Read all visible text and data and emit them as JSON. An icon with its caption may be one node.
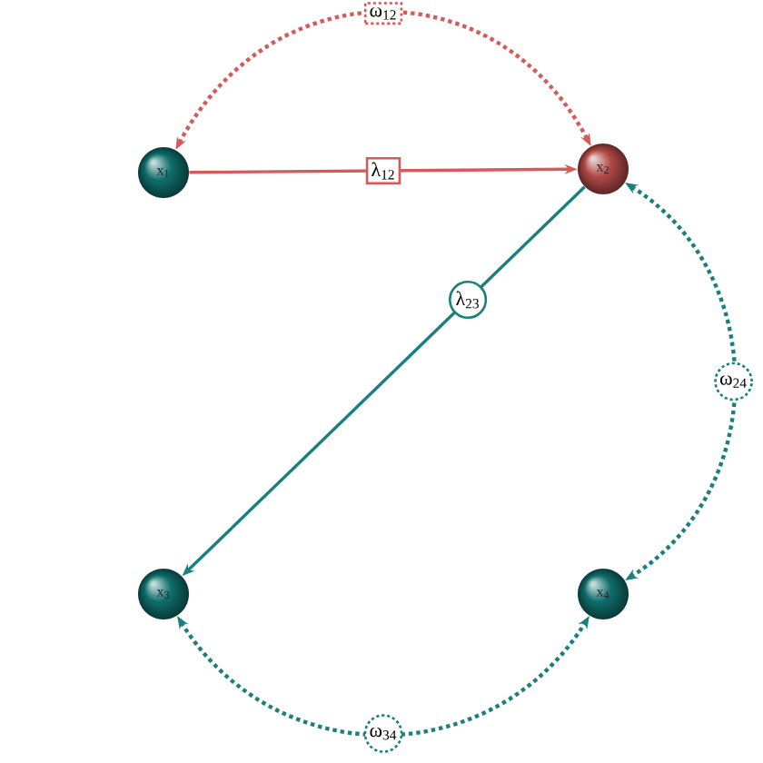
{
  "diagram": {
    "nodes": [
      {
        "text": [
          "x$_{1}$"
        ]
      },
      {
        "text": [
          "x$_{2}$"
        ]
      },
      {
        "text": [
          "x$_{3}$"
        ]
      },
      {
        "text": [
          "x$_{4}$"
        ]
      }
    ],
    "edges": [
      {
        "from": 0,
        "to": 1,
        "arrow": "both",
        "label": "ω$_{12}$",
        "style": "dashed",
        "color": "#d65a5a"
      },
      {
        "from": 0,
        "to": 1,
        "arrow": "to",
        "label": "λ$_{12}$",
        "color": "#d65a5a"
      },
      {
        "from": 1,
        "to": 2,
        "arrow": "to",
        "label": "λ$_{23}$"
      },
      {
        "from": 1,
        "to": 3,
        "arrow": "both",
        "label": "ω$_{24}$",
        "style": "dashed"
      },
      {
        "from": 2,
        "to": 3,
        "arrow": "both",
        "label": "ω$_{34}$",
        "style": "dashed"
      }
    ]
  }
}
